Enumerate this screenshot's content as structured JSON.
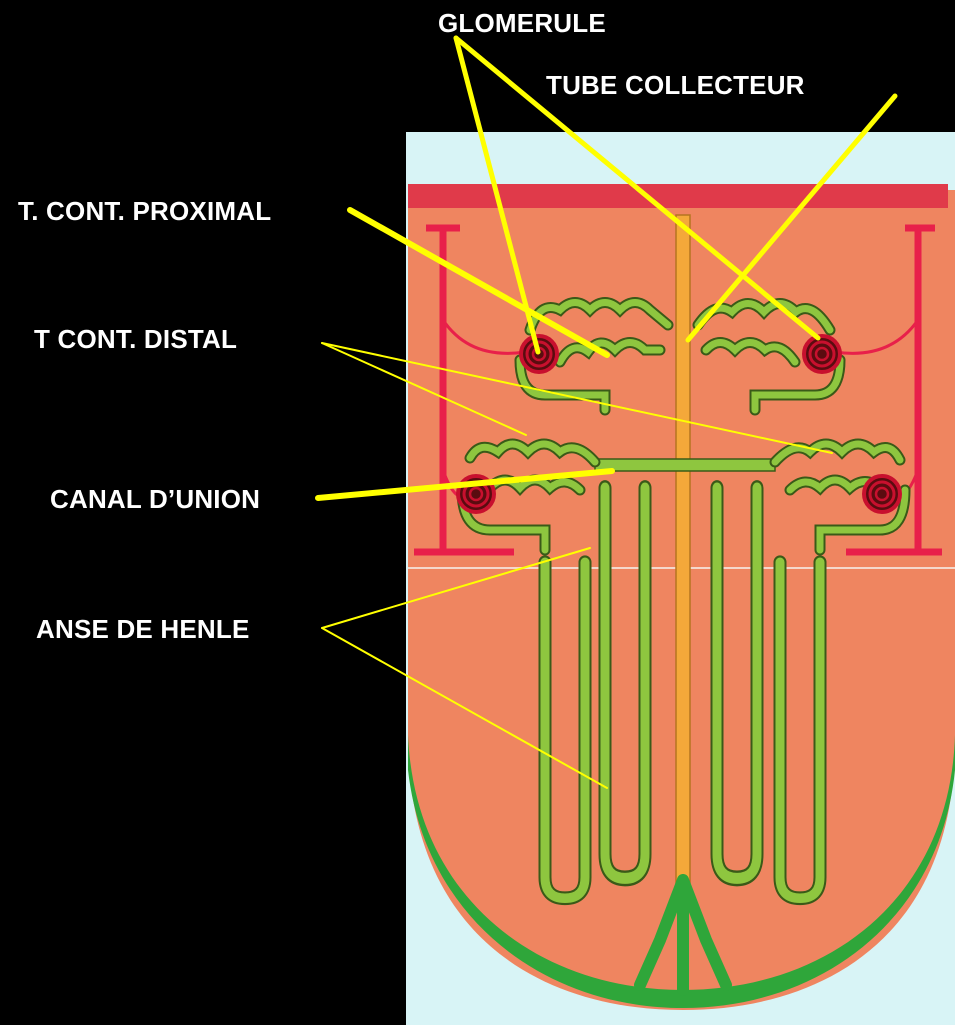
{
  "labels": {
    "glomerule": "GLOMERULE",
    "tube_collecteur": "TUBE COLLECTEUR",
    "proximal": "T. CONT. PROXIMAL",
    "distal": "T CONT. DISTAL",
    "canal": "CANAL D’UNION",
    "henle": "ANSE DE HENLE"
  },
  "colors": {
    "background": "#000000",
    "panel": "#d8f4f6",
    "tissue": "#ef8560",
    "capsule": "#e03a4a",
    "tubule": "#8ec63f",
    "collector": "#f4a83a",
    "glomerulus": "#c8102e",
    "pointer": "#ffff00",
    "text": "#ffffff"
  }
}
